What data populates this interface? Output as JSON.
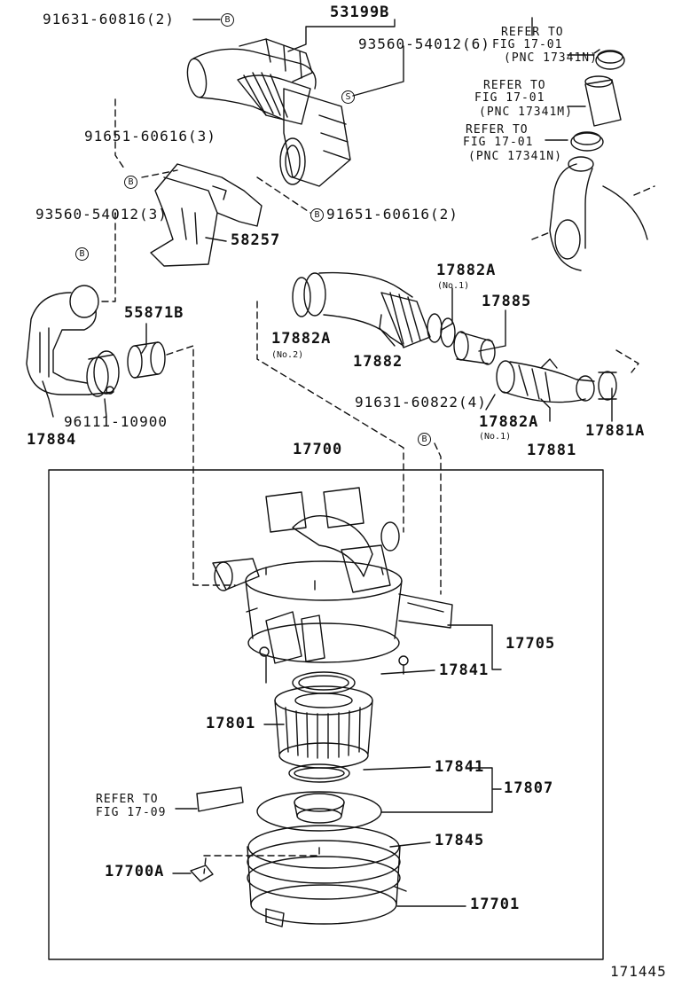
{
  "labels": {
    "p91631_60816": "91631-60816(2)",
    "p53199B": "53199B",
    "p93560_54012_6": "93560-54012(6)",
    "ref1_l1": "REFER TO",
    "ref1_l2": "FIG 17-01",
    "ref1_l3": "(PNC 17341N)",
    "ref2_l1": "REFER TO",
    "ref2_l2": "FIG 17-01",
    "ref2_l3": "(PNC 17341M)",
    "ref3_l1": "REFER TO",
    "ref3_l2": "FIG 17-01",
    "ref3_l3": "(PNC 17341N)",
    "p91651_60616_3": "91651-60616(3)",
    "p91651_60616_2": "91651-60616(2)",
    "p93560_54012_3": "93560-54012(3)",
    "p58257": "58257",
    "p55871B": "55871B",
    "p17882A_no1": "17882A",
    "no1_a": "(No.1)",
    "p17885": "17885",
    "p17882A_no2": "17882A",
    "no2": "(No.2)",
    "p17882": "17882",
    "p96111_10900": "96111-10900",
    "p17884": "17884",
    "p91631_60822": "91631-60822(4)",
    "p17882A_b": "17882A",
    "no1_b": "(No.1)",
    "p17881": "17881",
    "p17881A": "17881A",
    "p17700": "17700",
    "p17705": "17705",
    "p17841_a": "17841",
    "p17801": "17801",
    "p17841_b": "17841",
    "p17807": "17807",
    "ref4_l1": "REFER TO",
    "ref4_l2": "FIG 17-09",
    "p17845": "17845",
    "p17700A": "17700A",
    "p17701": "17701",
    "figure_no": "171445",
    "symbol_b": "B",
    "symbol_s": "S"
  }
}
